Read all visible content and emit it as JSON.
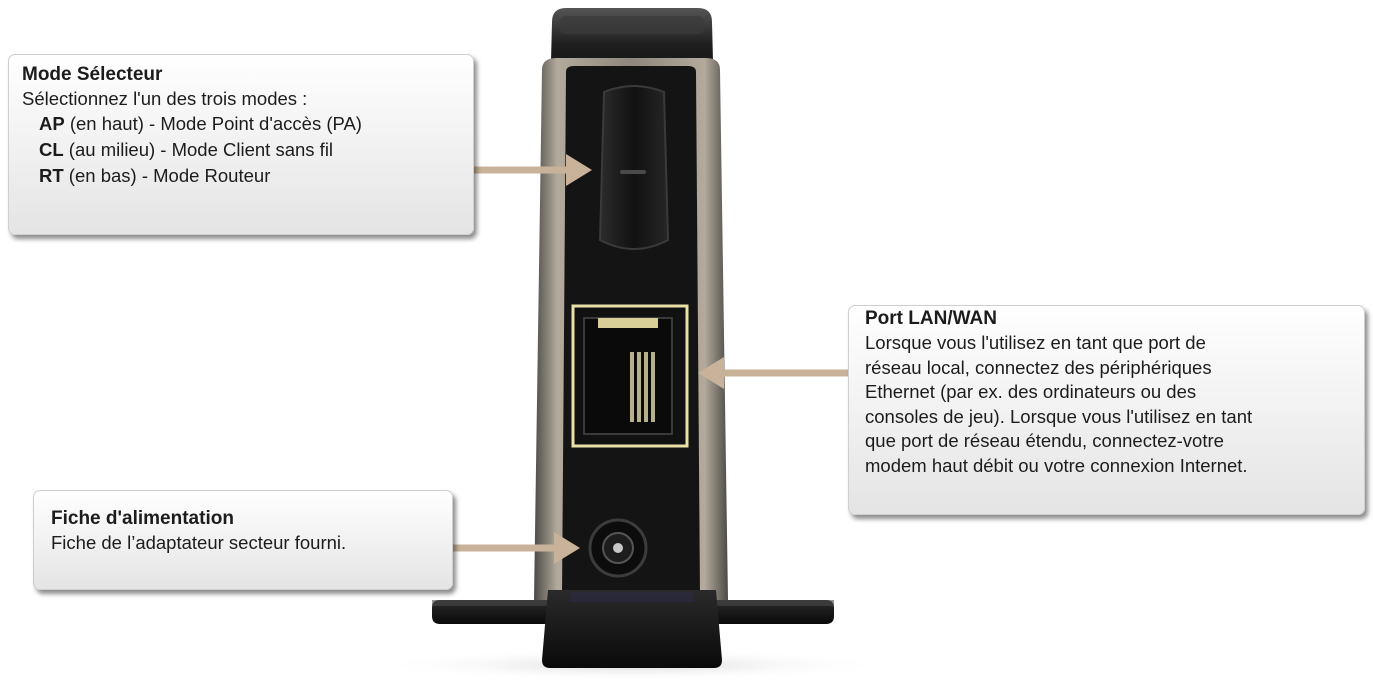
{
  "callouts": {
    "mode": {
      "title": "Mode Sélecteur",
      "intro": "Sélectionnez l'un des trois modes :",
      "items": [
        {
          "code": "AP",
          "desc": " (en haut) - Mode Point d'accès (PA)"
        },
        {
          "code": "CL",
          "desc": " (au milieu) - Mode Client sans fil"
        },
        {
          "code": "RT",
          "desc": " (en bas) - Mode Routeur"
        }
      ]
    },
    "lan": {
      "title": "Port LAN/WAN",
      "lines": [
        "Lorsque vous l'utilisez en tant que port de",
        "réseau local, connectez des périphériques",
        "Ethernet (par ex. des ordinateurs ou des",
        "consoles de jeu). Lorsque vous l'utilisez en tant",
        "que port de réseau étendu, connectez-votre",
        "modem haut débit ou votre connexion Internet."
      ]
    },
    "power": {
      "title": "Fiche d'alimentation",
      "text": "Fiche de l’adaptateur secteur fourni."
    }
  },
  "colors": {
    "arrow": "#c8b39a",
    "device_body": "#1b1b1b",
    "device_frame": "#8a8276",
    "port_outline": "#e9e0a8"
  },
  "icons": {
    "mode_switch": "slider-switch",
    "lan_port": "rj45-port",
    "power_jack": "dc-power-jack"
  }
}
